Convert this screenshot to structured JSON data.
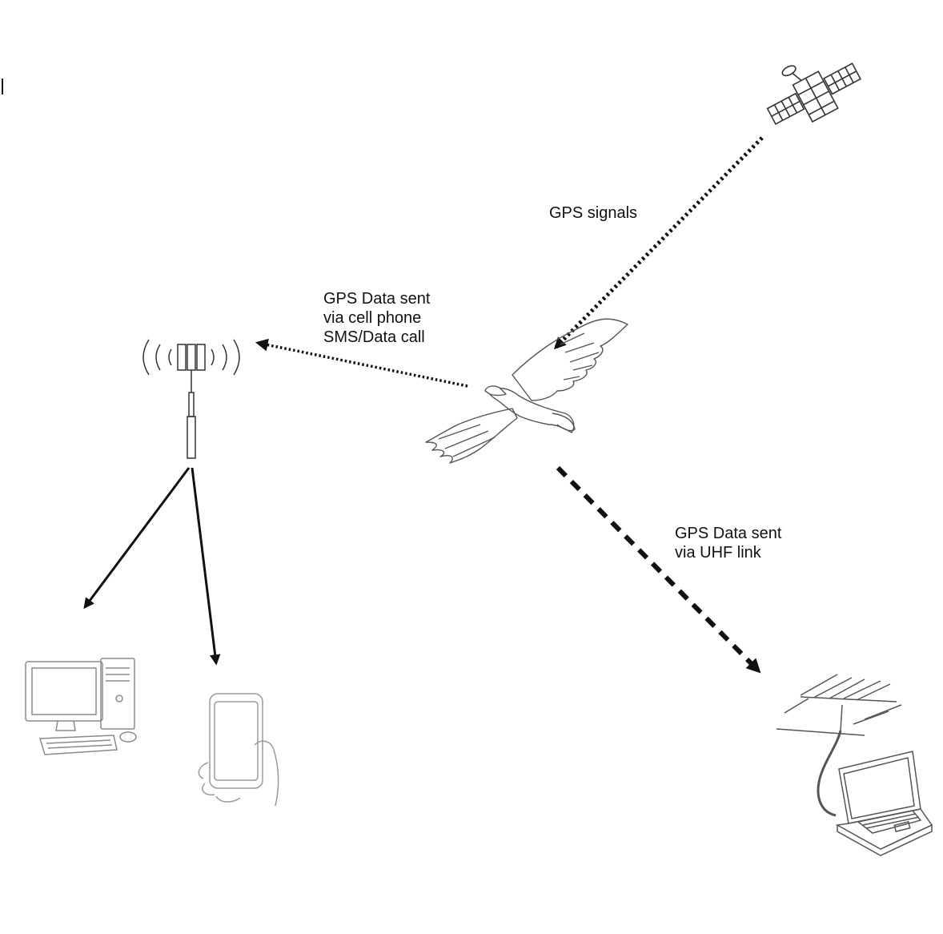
{
  "labels": {
    "gps_signals": "GPS signals",
    "cell_line1": "GPS Data sent",
    "cell_line2": "via cell phone",
    "cell_line3": "SMS/Data call",
    "uhf_line1": "GPS Data sent",
    "uhf_line2": "via UHF link"
  },
  "icons": {
    "satellite": "satellite-icon",
    "bird": "eagle-icon",
    "tower": "cell-tower-icon",
    "desktop": "desktop-computer-icon",
    "phone": "smartphone-in-hand-icon",
    "antenna": "yagi-antenna-icon",
    "laptop": "laptop-icon"
  },
  "colors": {
    "ink": "#111111",
    "sketch": "#8a8a8a"
  }
}
